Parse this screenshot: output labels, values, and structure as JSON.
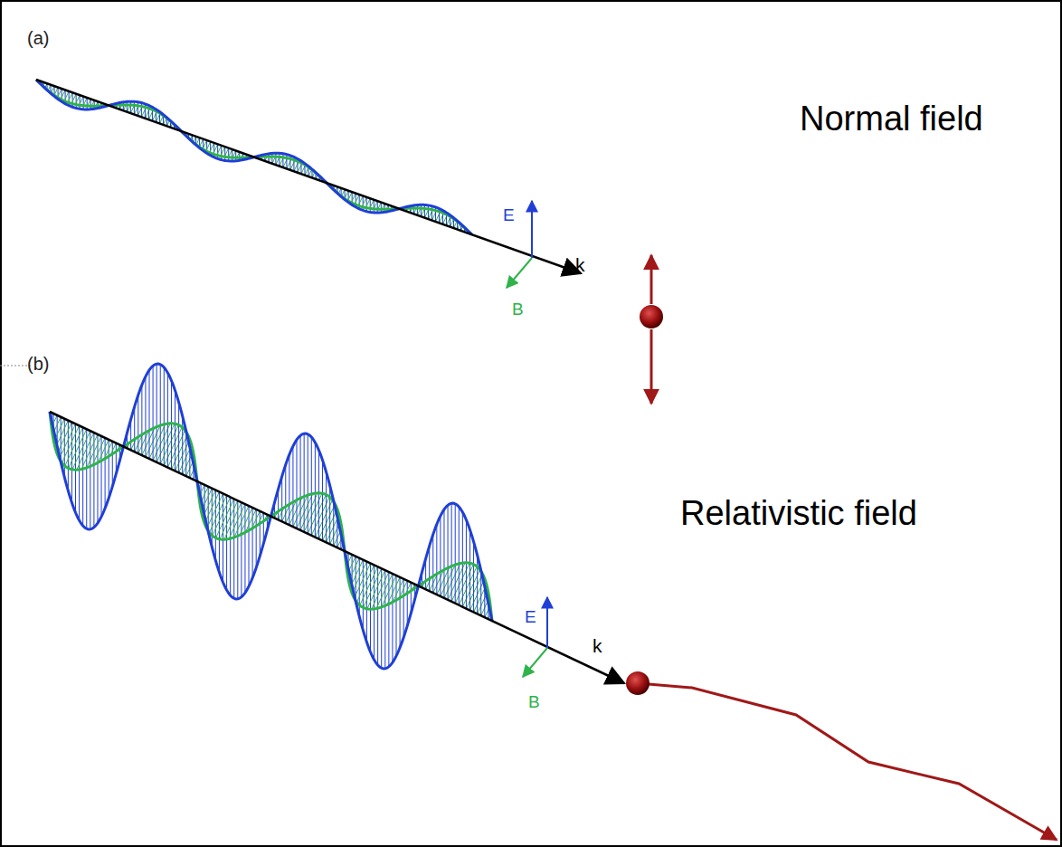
{
  "diagram": {
    "labels": [
      "(a)",
      "E",
      "k",
      "B",
      "Normal field",
      "(b)",
      "E",
      "k",
      "B",
      "Relativistic field"
    ]
  }
}
